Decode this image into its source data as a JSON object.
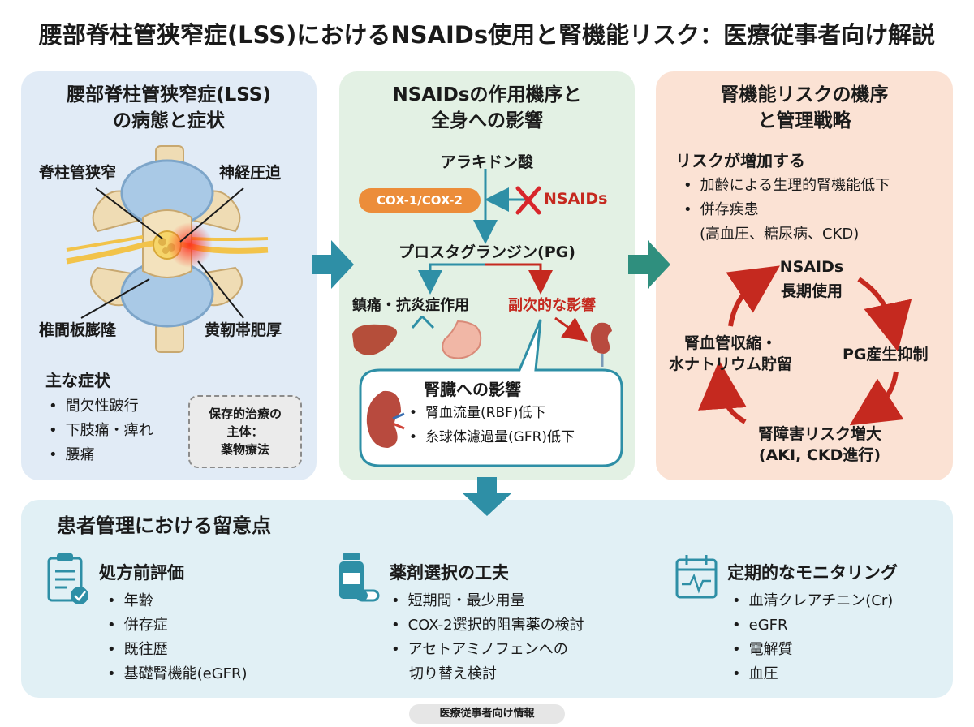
{
  "title": "腰部脊柱管狭窄症(LSS)におけるNSAIDs使用と腎機能リスク：医療従事者向け解説",
  "panel1": {
    "heading1": "腰部脊柱管狭窄症(LSS)",
    "heading2": "の病態と症状",
    "labels": {
      "stenosis": "脊柱管狭窄",
      "compression": "神経圧迫",
      "disc": "椎間板膨隆",
      "ligament": "黄靭帯肥厚"
    },
    "symptoms_title": "主な症状",
    "symptoms": [
      "間欠性跛行",
      "下肢痛・痺れ",
      "腰痛"
    ],
    "conservative": [
      "保存的治療の",
      "主体：",
      "薬物療法"
    ]
  },
  "panel2": {
    "heading1": "NSAIDsの作用機序と",
    "heading2": "全身への影響",
    "arachidonic": "アラキドン酸",
    "cox": "COX-1/COX-2",
    "nsaids": "NSAIDs",
    "pg": "プロスタグランジン(PG)",
    "analgesic": "鎮痛・抗炎症作用",
    "side_effect": "副次的な影響",
    "kidney_title": "腎臓への影響",
    "kidney_items": [
      "腎血流量(RBF)低下",
      "糸球体濾過量(GFR)低下"
    ]
  },
  "panel3": {
    "heading1": "腎機能リスクの機序",
    "heading2": "と管理戦略",
    "risk_title": "リスクが増加する",
    "risk_items": [
      "加齢による生理的腎機能低下",
      "併存疾患"
    ],
    "risk_sub": "(高血圧、糖尿病、CKD)",
    "cycle": {
      "top1": "NSAIDs",
      "top2": "長期使用",
      "right": "PG産生抑制",
      "bottom1": "腎障害リスク増大",
      "bottom2": "(AKI, CKD進行)",
      "left1": "腎血管収縮・",
      "left2": "水ナトリウム貯留"
    }
  },
  "panel4": {
    "heading": "患者管理における留意点",
    "col1": {
      "title": "処方前評価",
      "items": [
        "年齢",
        "併存症",
        "既往歴",
        "基礎腎機能(eGFR)"
      ]
    },
    "col2": {
      "title": "薬剤選択の工夫",
      "items": [
        "短期間・最少用量",
        "COX-2選択的阻害薬の検討",
        "アセトアミノフェンへの"
      ],
      "cont": "切り替え検討"
    },
    "col3": {
      "title": "定期的なモニタリング",
      "items": [
        "血清クレアチニン(Cr)",
        "eGFR",
        "電解質",
        "血圧"
      ]
    }
  },
  "footer": "医療従事者向け情報",
  "colors": {
    "teal": "#2e8fa6",
    "red": "#c5291f",
    "orange": "#ec8d3a",
    "tealgreen": "#2f8f7e"
  }
}
